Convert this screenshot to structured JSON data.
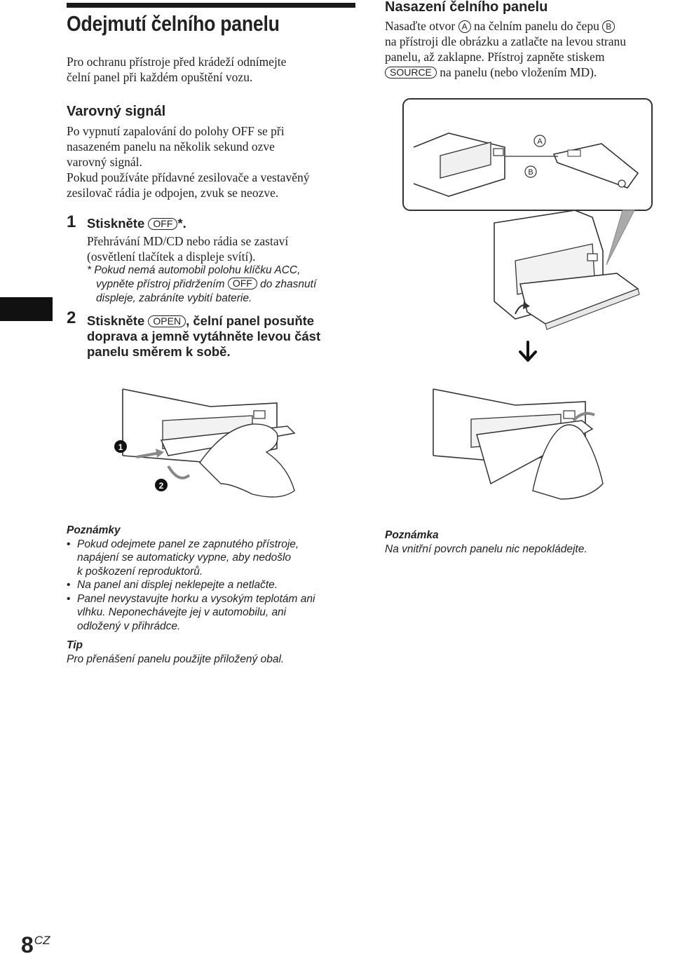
{
  "left": {
    "title": "Odejmutí čelního panelu",
    "intro": [
      "Pro ochranu přístroje před krádeží odnímejte",
      "čelní panel při každém opuštění vozu."
    ],
    "warning_heading": "Varovný signál",
    "warning_lines": [
      "Po vypnutí zapalování do polohy OFF se při",
      "nasazeném panelu na několik sekund ozve",
      "varovný signál.",
      "Pokud používáte přídavné zesilovače a vestavěný",
      "zesilovač rádia je odpojen, zvuk se neozve."
    ],
    "step1": {
      "num": "1",
      "title_pre": "Stiskněte",
      "key": "OFF",
      "title_post": "*.",
      "line1": "Přehrávání MD/CD nebo rádia se zastaví",
      "line2": "(osvětlení tlačítek a displeje svítí).",
      "note_pre": "* Pokud nemá automobil polohu klíčku ACC,",
      "note_mid_pre": "vypněte přístroj přidržením",
      "note_key": "OFF",
      "note_mid_post": "do zhasnutí",
      "note_end": "displeje, zabráníte vybití baterie."
    },
    "step2": {
      "num": "2",
      "title_pre": "Stiskněte",
      "key": "OPEN",
      "title_post": ", čelní panel posuňte",
      "line2": "doprava a jemně vytáhněte levou část",
      "line3": "panelu směrem k sobě."
    }
  },
  "right": {
    "heading": "Nasazení čelního panelu",
    "l1_pre": "Nasaďte otvor",
    "l1_a": "A",
    "l1_mid": "na čelním panelu do čepu",
    "l1_b": "B",
    "l2": "na přístroji dle obrázku a zatlačte na levou stranu",
    "l3": "panelu, až zaklapne. Přístroj zapněte stiskem",
    "l4_key": "SOURCE",
    "l4_post": "na panelu (nebo vložením MD).",
    "diagram_label_a": "A",
    "diagram_label_b": "B"
  },
  "figure": {
    "marker1": "1",
    "marker2": "2"
  },
  "notes": {
    "heading": "Poznámky",
    "items": [
      [
        "Pokud odejmete panel ze zapnutého přístroje,",
        "napájení se automaticky vypne, aby nedošlo",
        "k poškození reproduktorů."
      ],
      [
        "Na panel ani displej neklepejte a netlačte."
      ],
      [
        "Panel nevystavujte horku a vysokým teplotám ani",
        "vlhku. Neponechávejte jej v automobilu, ani",
        "odložený v přihrádce."
      ]
    ],
    "tip_heading": "Tip",
    "tip_text": "Pro přenášení panelu použijte přiložený obal."
  },
  "note_right": {
    "heading": "Poznámka",
    "text": "Na vnitřní povrch panelu nic nepokládejte."
  },
  "footer": {
    "page_num": "8",
    "lang": "CZ"
  }
}
